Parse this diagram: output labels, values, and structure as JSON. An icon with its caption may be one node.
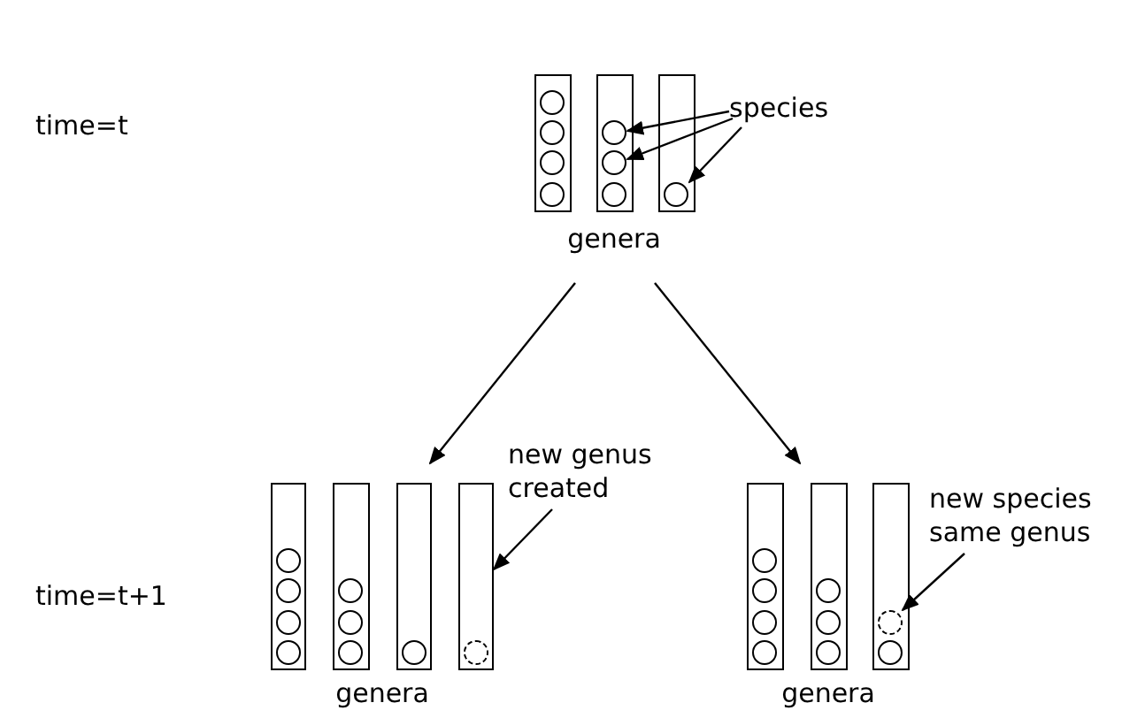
{
  "diagram": {
    "nodes": [
      {
        "text": [
          "genera"
        ]
      },
      {
        "text": [],
        "shape": "bar",
        "in": 0
      },
      {
        "text": [],
        "shape": "circle",
        "in": 1
      },
      {
        "text": [],
        "shape": "circle",
        "in": 1
      },
      {
        "text": [],
        "shape": "circle",
        "in": 1
      },
      {
        "text": [],
        "shape": "circle",
        "in": 1
      },
      {
        "text": [],
        "shape": "bar",
        "in": 0
      },
      {
        "text": [],
        "shape": "circle",
        "in": 6
      },
      {
        "text": [],
        "shape": "circle",
        "in": 6
      },
      {
        "text": [],
        "shape": "circle",
        "in": 6
      },
      {
        "text": [],
        "shape": "bar",
        "in": 0
      },
      {
        "text": [],
        "shape": "circle",
        "in": 10
      },
      {
        "text": [
          "species"
        ]
      },
      {
        "text": [
          "genera"
        ]
      },
      {
        "text": [],
        "shape": "bar",
        "in": 13
      },
      {
        "text": [],
        "shape": "circle",
        "in": 14
      },
      {
        "text": [],
        "shape": "circle",
        "in": 14
      },
      {
        "text": [],
        "shape": "circle",
        "in": 14
      },
      {
        "text": [],
        "shape": "circle",
        "in": 14
      },
      {
        "text": [],
        "shape": "bar",
        "in": 13
      },
      {
        "text": [],
        "shape": "circle",
        "in": 19
      },
      {
        "text": [],
        "shape": "circle",
        "in": 19
      },
      {
        "text": [],
        "shape": "circle",
        "in": 19
      },
      {
        "text": [],
        "shape": "bar",
        "in": 13
      },
      {
        "text": [],
        "shape": "circle",
        "in": 23
      },
      {
        "text": [],
        "shape": "bar",
        "in": 13
      },
      {
        "text": [],
        "shape": "circle",
        "in": 25
      },
      {
        "text": [
          "new genus created"
        ]
      },
      {
        "text": [
          "genera"
        ]
      },
      {
        "text": [],
        "shape": "bar",
        "in": 28
      },
      {
        "text": [],
        "shape": "circle",
        "in": 29
      },
      {
        "text": [],
        "shape": "circle",
        "in": 29
      },
      {
        "text": [],
        "shape": "circle",
        "in": 29
      },
      {
        "text": [],
        "shape": "circle",
        "in": 29
      },
      {
        "text": [],
        "shape": "bar",
        "in": 28
      },
      {
        "text": [],
        "shape": "circle",
        "in": 34
      },
      {
        "text": [],
        "shape": "circle",
        "in": 34
      },
      {
        "text": [],
        "shape": "circle",
        "in": 34
      },
      {
        "text": [],
        "shape": "bar",
        "in": 28
      },
      {
        "text": [],
        "shape": "circle",
        "in": 38
      },
      {
        "text": [],
        "shape": "circle",
        "in": 38
      },
      {
        "text": [
          "new species same genus"
        ]
      }
    ],
    "edges": [
      {
        "from": 12,
        "to": 7,
        "arrow": "to"
      },
      {
        "from": 12,
        "to": 8,
        "arrow": "to"
      },
      {
        "from": 12,
        "to": 11,
        "arrow": "to"
      },
      {
        "from": 0,
        "to": 13,
        "arrow": "to"
      },
      {
        "from": 0,
        "to": 28,
        "arrow": "to"
      },
      {
        "from": 27,
        "to": 25,
        "arrow": "to"
      },
      {
        "from": 41,
        "to": 39,
        "arrow": "to"
      }
    ],
    "labels": [
      "time=t",
      "time=t+1"
    ]
  }
}
